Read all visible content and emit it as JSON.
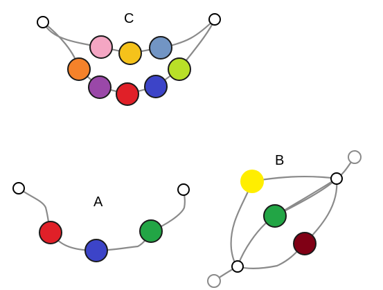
{
  "diagrams": {
    "c": {
      "label": "C",
      "bead_colors": [
        "#f4a6c3",
        "#f5c21b",
        "#7295c4",
        "#f5822a",
        "#b9e028",
        "#9a48a8",
        "#e02028",
        "#3c44c8"
      ]
    },
    "a": {
      "label": "A",
      "bead_colors": [
        "#e02028",
        "#3c44c8",
        "#22a545"
      ]
    },
    "b": {
      "label": "B",
      "bead_colors": [
        "#ffee00",
        "#22a545",
        "#800015"
      ]
    }
  },
  "colors": {
    "wire": "#8a8a8a",
    "anchor_stroke": "#000000",
    "anchor_stroke_light": "#8a8a8a",
    "bead_outline": "#1a1a1a"
  }
}
